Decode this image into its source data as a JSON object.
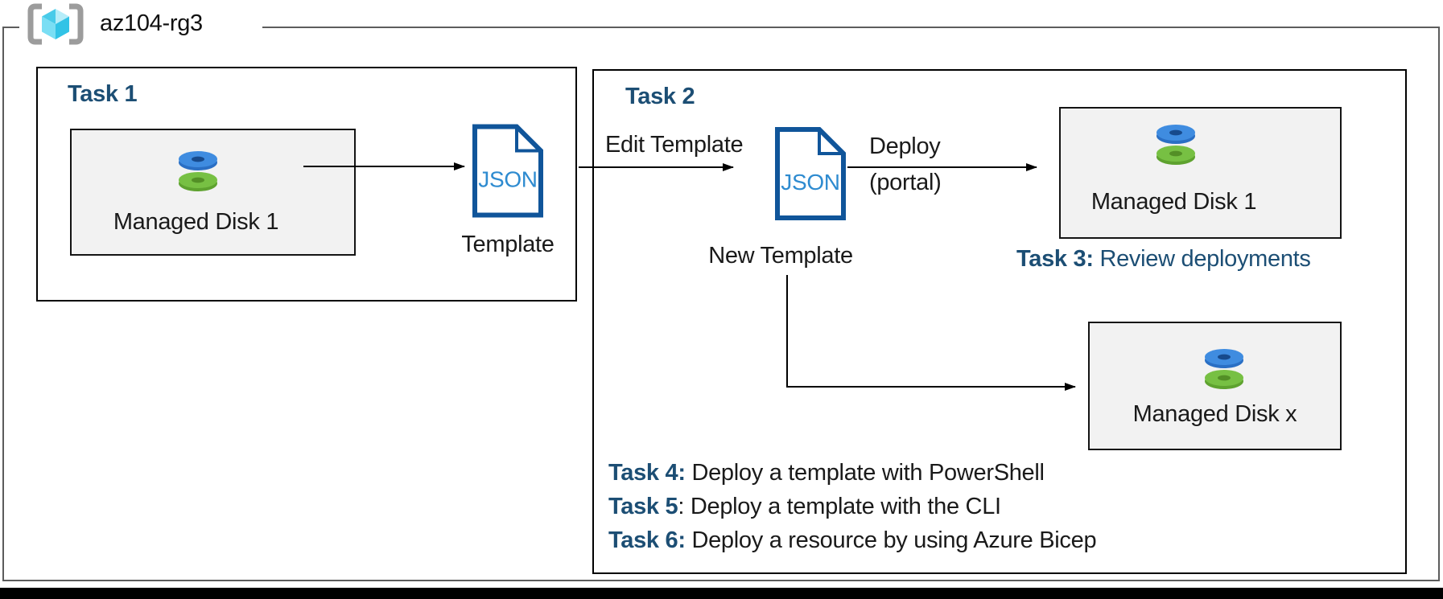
{
  "resource_group": {
    "name": "az104-rg3"
  },
  "task1": {
    "title": "Task 1",
    "disk_label": "Managed Disk 1",
    "json_label": "JSON",
    "template_caption": "Template"
  },
  "task2": {
    "title": "Task 2",
    "edit_arrow_label": "Edit Template",
    "json_label": "JSON",
    "new_template_caption": "New Template",
    "deploy_label": "Deploy",
    "deploy_sublabel": "(portal)",
    "disk1_label": "Managed Disk 1",
    "diskx_label": "Managed Disk x",
    "task3": {
      "prefix": "Task 3:",
      "text": " Review deployments"
    },
    "tasks": [
      {
        "prefix": "Task 4:",
        "text": " Deploy a template with PowerShell"
      },
      {
        "prefix": "Task 5",
        "text": ": Deploy a template with the CLI"
      },
      {
        "prefix": "Task 6:",
        "text": " Deploy a resource by using Azure Bicep"
      }
    ]
  },
  "colors": {
    "heading_blue": "#1c4e74",
    "json_border_blue": "#10559a",
    "json_text_blue": "#2e8bd0",
    "disk_blue": "#3f8ce0",
    "disk_green": "#77c043",
    "disk_box_fill": "#f2f2f2",
    "rg_border_gray": "#5c5c5c",
    "cube_cyan": "#32c3e6",
    "bracket_gray": "#9c9c9c"
  }
}
